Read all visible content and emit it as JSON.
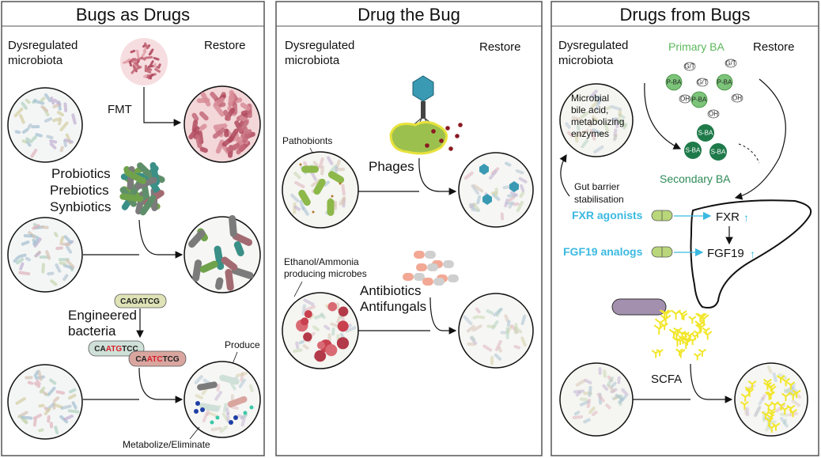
{
  "colors": {
    "panel_border": "#555555",
    "circle_border": "#111111",
    "bacteria_green": "#6fa24a",
    "bacteria_teal": "#3a8f87",
    "bacteria_grey": "#7b7b7b",
    "bacteria_mauve": "#a26b72",
    "fmt_pink": "#c46a7a",
    "phage_blue": "#3a9ab3",
    "pathobiont_green": "#8db84a",
    "primary_ba": "#7cc47a",
    "secondary_ba": "#1f7a4a",
    "cyan_label": "#3bb9e0",
    "scfa_yellow": "#f2e62a",
    "scfa_cell": "#a38fae",
    "capsule_green": "#b9d67a",
    "capsule_red": "#f2a894",
    "red_base": "#d8202a"
  },
  "panel1": {
    "title": "Bugs as Drugs",
    "dysregulated": "Dysregulated microbiota",
    "restore": "Restore",
    "fmt": "FMT",
    "probiotics": "Probiotics",
    "prebiotics": "Prebiotics",
    "synbiotics": "Synbiotics",
    "sequence_original": "CAGATCG",
    "engineered": "Engineered bacteria",
    "seq_edit_a_prefix": "CA",
    "seq_edit_a_mid": "ATG",
    "seq_edit_a_suffix": "TCC",
    "seq_edit_b_prefix": "CA",
    "seq_edit_b_mid": "ATC",
    "seq_edit_b_suffix": "TCG",
    "produce": "Produce",
    "metabolize": "Metabolize/Eliminate"
  },
  "panel2": {
    "title": "Drug the Bug",
    "dysregulated": "Dysregulated microbiota",
    "restore": "Restore",
    "pathobionts": "Pathobionts",
    "phages": "Phages",
    "ethanol": "Ethanol/Ammonia producing microbes",
    "antibiotics": "Antibiotics",
    "antifungals": "Antifungals"
  },
  "panel3": {
    "title": "Drugs from Bugs",
    "dysregulated": "Dysregulated microbiota",
    "restore": "Restore",
    "primary_ba": "Primary BA",
    "secondary_ba": "Secondary BA",
    "microbial_enzymes": "Microbial bile acid, metabolizing enzymes",
    "gut_barrier": "Gut barrier stabilisation",
    "fxr_agonists": "FXR agonists",
    "fgf19_analogs": "FGF19 analogs",
    "fxr": "FXR",
    "fgf19": "FGF19",
    "up_arrow": "↑",
    "scfa": "SCFA",
    "pba": "P-BA",
    "sba": "S-BA",
    "gt": "G/T",
    "oh": "OH"
  }
}
